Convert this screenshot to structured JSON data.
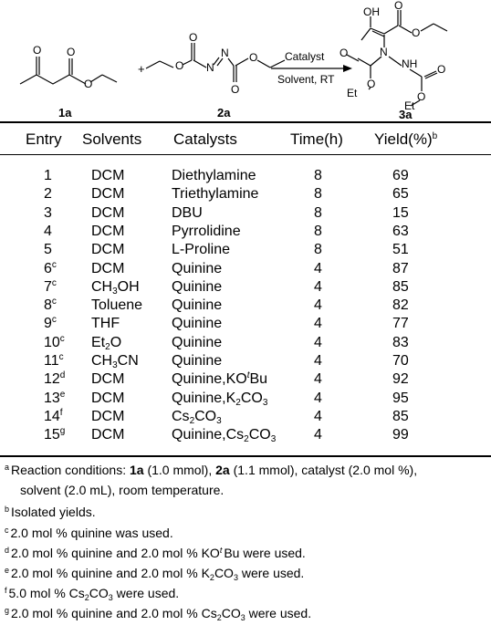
{
  "scheme": {
    "compound_1": "1a",
    "compound_2": "2a",
    "compound_3": "3a",
    "plus": "+",
    "arrow_top": "Catalyst",
    "arrow_bottom": "Solvent, RT",
    "atom_O": "O",
    "atom_N": "N",
    "atom_OH": "OH",
    "atom_NH": "NH",
    "atom_Et": "Et"
  },
  "table": {
    "headers": {
      "entry": "Entry",
      "solvents": "Solvents",
      "catalysts": "Catalysts",
      "time": "Time(h)",
      "yield": "Yield(%)",
      "yield_sup": "b"
    },
    "rows": [
      {
        "entry": "1",
        "sup": "",
        "solvent": "DCM",
        "solvent_sub": "",
        "solvent_tail": "",
        "catalyst": "Diethylamine",
        "cat_sup": "",
        "cat_sub": "",
        "cat_tail": "",
        "time": "8",
        "yield": "69"
      },
      {
        "entry": "2",
        "sup": "",
        "solvent": "DCM",
        "solvent_sub": "",
        "solvent_tail": "",
        "catalyst": "Triethylamine",
        "cat_sup": "",
        "cat_sub": "",
        "cat_tail": "",
        "time": "8",
        "yield": "65"
      },
      {
        "entry": "3",
        "sup": "",
        "solvent": "DCM",
        "solvent_sub": "",
        "solvent_tail": "",
        "catalyst": "DBU",
        "cat_sup": "",
        "cat_sub": "",
        "cat_tail": "",
        "time": "8",
        "yield": "15"
      },
      {
        "entry": "4",
        "sup": "",
        "solvent": "DCM",
        "solvent_sub": "",
        "solvent_tail": "",
        "catalyst": "Pyrrolidine",
        "cat_sup": "",
        "cat_sub": "",
        "cat_tail": "",
        "time": "8",
        "yield": "63"
      },
      {
        "entry": "5",
        "sup": "",
        "solvent": "DCM",
        "solvent_sub": "",
        "solvent_tail": "",
        "catalyst": "L-Proline",
        "cat_sup": "",
        "cat_sub": "",
        "cat_tail": "",
        "time": "8",
        "yield": "51"
      },
      {
        "entry": "6",
        "sup": "c",
        "solvent": "DCM",
        "solvent_sub": "",
        "solvent_tail": "",
        "catalyst": "Quinine",
        "cat_sup": "",
        "cat_sub": "",
        "cat_tail": "",
        "time": "4",
        "yield": "87"
      },
      {
        "entry": "7",
        "sup": "c",
        "solvent": "CH",
        "solvent_sub": "3",
        "solvent_tail": "OH",
        "catalyst": "Quinine",
        "cat_sup": "",
        "cat_sub": "",
        "cat_tail": "",
        "time": "4",
        "yield": "85"
      },
      {
        "entry": "8",
        "sup": "c",
        "solvent": "Toluene",
        "solvent_sub": "",
        "solvent_tail": "",
        "catalyst": "Quinine",
        "cat_sup": "",
        "cat_sub": "",
        "cat_tail": "",
        "time": "4",
        "yield": "82"
      },
      {
        "entry": "9",
        "sup": "c",
        "solvent": "THF",
        "solvent_sub": "",
        "solvent_tail": "",
        "catalyst": "Quinine",
        "cat_sup": "",
        "cat_sub": "",
        "cat_tail": "",
        "time": "4",
        "yield": "77"
      },
      {
        "entry": "10",
        "sup": "c",
        "solvent": "Et",
        "solvent_sub": "2",
        "solvent_tail": "O",
        "catalyst": "Quinine",
        "cat_sup": "",
        "cat_sub": "",
        "cat_tail": "",
        "time": "4",
        "yield": "83"
      },
      {
        "entry": "11",
        "sup": "c",
        "solvent": "CH",
        "solvent_sub": "3",
        "solvent_tail": "CN",
        "catalyst": "Quinine",
        "cat_sup": "",
        "cat_sub": "",
        "cat_tail": "",
        "time": "4",
        "yield": "70"
      },
      {
        "entry": "12",
        "sup": "d",
        "solvent": "DCM",
        "solvent_sub": "",
        "solvent_tail": "",
        "catalyst": "Quinine,KO",
        "cat_sup": "t",
        "cat_sub": "",
        "cat_tail": "Bu",
        "time": "4",
        "yield": "92"
      },
      {
        "entry": "13",
        "sup": "e",
        "solvent": "DCM",
        "solvent_sub": "",
        "solvent_tail": "",
        "catalyst": "Quinine,K",
        "cat_sup": "",
        "cat_sub": "2",
        "cat_tail": "CO3",
        "time": "4",
        "yield": "95"
      },
      {
        "entry": "14",
        "sup": "f",
        "solvent": "DCM",
        "solvent_sub": "",
        "solvent_tail": "",
        "catalyst": "Cs",
        "cat_sup": "",
        "cat_sub": "2",
        "cat_tail": "CO3",
        "time": "4",
        "yield": "85"
      },
      {
        "entry": "15",
        "sup": "g",
        "solvent": "DCM",
        "solvent_sub": "",
        "solvent_tail": "",
        "catalyst": "Quinine,Cs",
        "cat_sup": "",
        "cat_sub": "2",
        "cat_tail": "CO3",
        "time": "4",
        "yield": "99"
      }
    ]
  },
  "footnotes": {
    "a": {
      "mark": "a",
      "t1": "Reaction conditions: ",
      "b1": "1a",
      "t2": " (1.0 mmol), ",
      "b2": "2a",
      "t3": " (1.1 mmol), catalyst (2.0 mol %),",
      "line2": "solvent (2.0 mL), room temperature."
    },
    "b": {
      "mark": "b",
      "text": "Isolated yields."
    },
    "c": {
      "mark": "c",
      "text": "2.0 mol % quinine was used."
    },
    "d": {
      "mark": "d",
      "pre": "2.0 mol % quinine and 2.0 mol % KO",
      "sup": "t",
      "post": "Bu were used."
    },
    "e": {
      "mark": "e",
      "pre": "2.0 mol % quinine and 2.0 mol % K",
      "sub1": "2",
      "mid": "CO",
      "sub2": "3",
      "post": " were used."
    },
    "f": {
      "mark": "f",
      "pre": "5.0 mol % Cs",
      "sub1": "2",
      "mid": "CO",
      "sub2": "3",
      "post": " were used."
    },
    "g": {
      "mark": "g",
      "pre": "2.0 mol % quinine and 2.0 mol % Cs",
      "sub1": "2",
      "mid": "CO",
      "sub2": "3",
      "post": " were used."
    }
  }
}
